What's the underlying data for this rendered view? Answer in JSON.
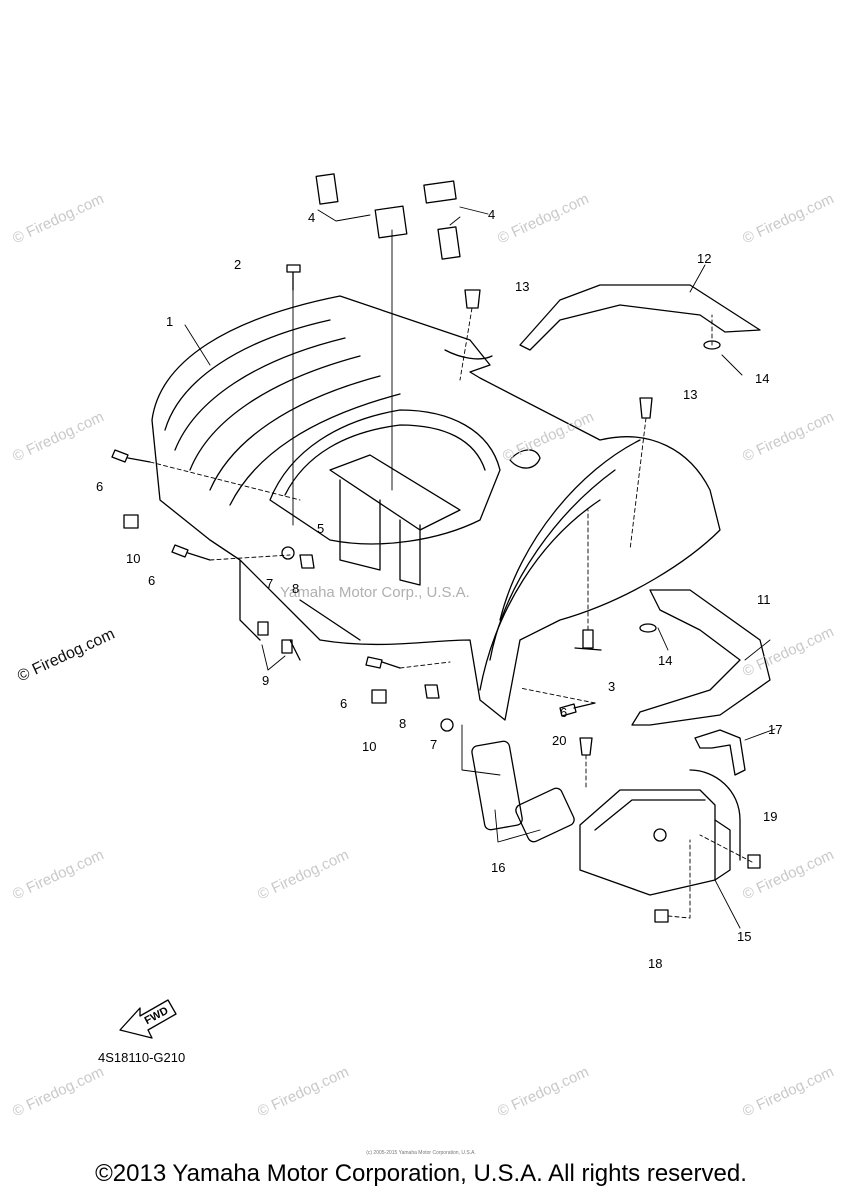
{
  "diagram": {
    "reference_code": "4S18110-G210",
    "forward_label": "FWD",
    "center_watermark": "Yamaha Motor Corp., U.S.A.",
    "fine_print": "(c) 2005-2015 Yamaha Motor Corporation, U.S.A.",
    "copyright": "©2013 Yamaha Motor Corporation, U.S.A. All rights reserved.",
    "watermark_faint": "© Firedog.com",
    "watermark_strong": "© Firedog.com",
    "callouts": [
      "1",
      "2",
      "3",
      "4",
      "4",
      "5",
      "6",
      "6",
      "6",
      "6",
      "7",
      "7",
      "8",
      "8",
      "9",
      "10",
      "10",
      "11",
      "12",
      "13",
      "13",
      "14",
      "14",
      "15",
      "16",
      "17",
      "18",
      "19",
      "20"
    ]
  }
}
